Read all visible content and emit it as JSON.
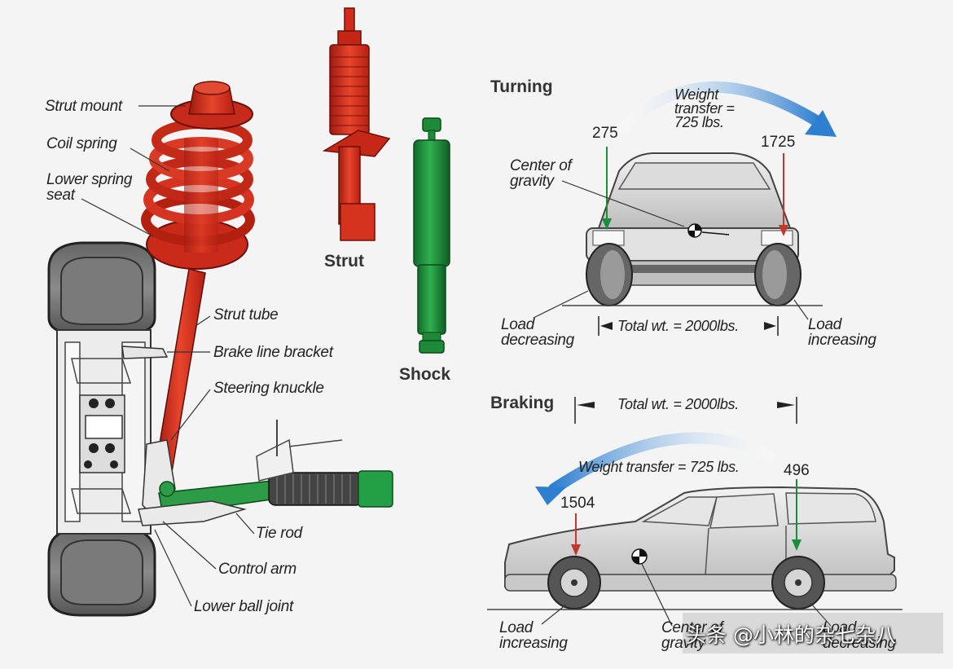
{
  "left_diagram": {
    "labels": {
      "strut_mount": "Strut mount",
      "coil_spring": "Coil spring",
      "lower_spring_seat_1": "Lower spring",
      "lower_spring_seat_2": "seat",
      "strut_tube": "Strut tube",
      "brake_line_bracket": "Brake line bracket",
      "steering_knuckle": "Steering knuckle",
      "tie_rod": "Tie rod",
      "control_arm": "Control arm",
      "lower_ball_joint": "Lower ball joint"
    }
  },
  "middle_diagram": {
    "strut_label": "Strut",
    "shock_label": "Shock",
    "colors": {
      "strut": "#d42a1c",
      "shock": "#1f8f3a"
    }
  },
  "turning": {
    "title": "Turning",
    "weight_transfer_1": "Weight",
    "weight_transfer_2": "transfer =",
    "weight_transfer_3": "725 lbs.",
    "left_load": "275",
    "right_load": "1725",
    "center_of_gravity_1": "Center of",
    "center_of_gravity_2": "gravity",
    "load_decreasing_1": "Load",
    "load_decreasing_2": "decreasing",
    "load_increasing_1": "Load",
    "load_increasing_2": "increasing",
    "total_wt": "Total wt. = 2000lbs."
  },
  "braking": {
    "title": "Braking",
    "total_wt": "Total wt. = 2000lbs.",
    "weight_transfer": "Weight transfer = 725 lbs.",
    "front_load": "1504",
    "rear_load": "496",
    "load_increasing_1": "Load",
    "load_increasing_2": "increasing",
    "center_of_gravity_1": "Center of",
    "center_of_gravity_2": "gravity",
    "load_decreasing_1": "Load",
    "load_decreasing_2": "decreasing"
  },
  "watermark": "头条 @小林的杂七杂八",
  "colors": {
    "arrow_blue": "#3f8fd8",
    "green_arrow": "#1a8c3a",
    "red_arrow": "#c0392b"
  }
}
